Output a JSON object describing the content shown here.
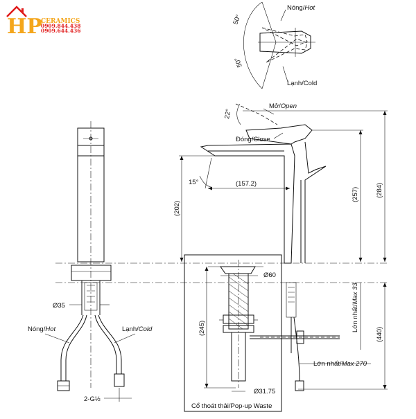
{
  "logo": {
    "letters": "HP",
    "brand": "CERAMICS",
    "phone1": "0909.844.438",
    "phone2": "0909.644.436",
    "colors": {
      "orange": "#f4a61c",
      "red": "#e01b1b"
    }
  },
  "top_view": {
    "hot": "Nóng/",
    "hot_en": "Hot",
    "cold": "Lạnh/Cold",
    "angle_top": "50°",
    "angle_bottom": "50°"
  },
  "side_view": {
    "open": "Mở/",
    "open_en": "Open",
    "close": "Đóng/Close",
    "angle_lever": "22°",
    "angle_spout": "15°",
    "dim_reach": "(157.2)",
    "dim_spout_height": "(202)",
    "dim_lever_height": "(257)",
    "dim_total_height": "(284)",
    "dim_below": "(440)",
    "dim_drain": "(245)",
    "dia_60": "Ø60",
    "dia_3175": "Ø31.75",
    "max_33": "Lớn nhất/",
    "max_33_en": "Max 33",
    "max_270": "Lớn nhất/",
    "max_270_en": "Max 270",
    "popup": "Cổ thoát thải/Pop-up Waste"
  },
  "front_view": {
    "dia_35": "Ø35",
    "hot": "Nóng/",
    "hot_en": "Hot",
    "cold": "Lạnh/",
    "cold_en": "Cold",
    "thread": "2-G½"
  }
}
